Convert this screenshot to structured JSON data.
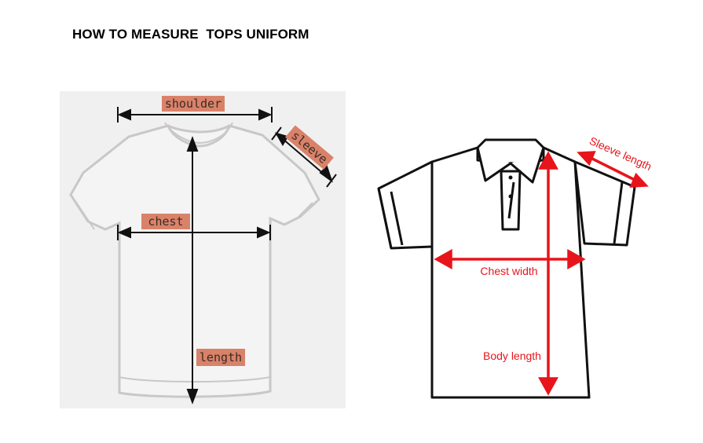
{
  "title": "HOW TO MEASURE  TOPS UNIFORM",
  "left_diagram": {
    "shoulder_label": "shoulder",
    "sleeve_label": "sleeve",
    "chest_label": "chest",
    "length_label": "length",
    "label_bg_color": "#d9826a",
    "shirt": "t-shirt"
  },
  "right_diagram": {
    "chest_label": "Chest width",
    "body_length_label": "Body length",
    "sleeve_label": "Sleeve length",
    "arrow_color": "#e8141b",
    "shirt": "polo-shirt"
  }
}
